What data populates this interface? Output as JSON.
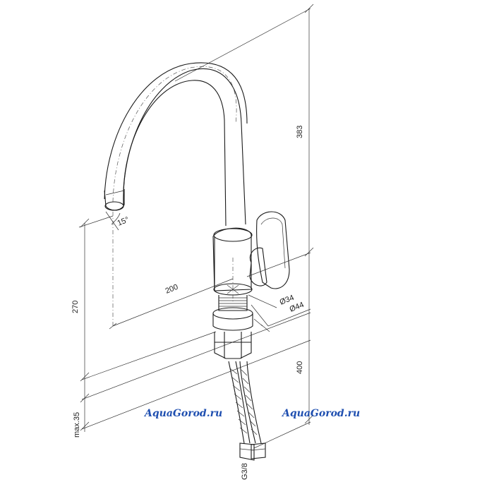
{
  "dimensions": {
    "height_total": "383",
    "spout_height": "270",
    "spout_reach": "200",
    "spout_angle": "15°",
    "base_diameter_small": "Ø34",
    "base_diameter_large": "Ø44",
    "hose_length": "400",
    "max_thickness": "max.35",
    "thread": "G3/8"
  },
  "watermarks": [
    "AquaGorod.ru",
    "AquaGorod.ru"
  ],
  "colors": {
    "line": "#1a1a1a",
    "watermark": "#1f4fb0"
  }
}
